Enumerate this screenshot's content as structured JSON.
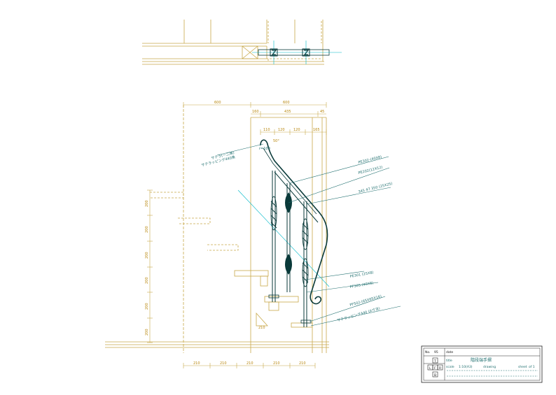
{
  "dimensions": {
    "top_left": "600",
    "top_right": "600",
    "sub_a": "160",
    "sub_b": "435",
    "sub_c": "45",
    "post_1": "110",
    "post_2": "120",
    "post_3": "120",
    "post_4": "165",
    "angle": "50°",
    "r_label": "r=100",
    "triangle": "210",
    "rise_labels": [
      "200",
      "200",
      "200",
      "200",
      "200",
      "200"
    ],
    "bottom_labels": [
      "210",
      "210",
      "210",
      "210",
      "210"
    ]
  },
  "annotations": {
    "top_rail_1": "サテラ(ー二角)",
    "top_rail_2": "サテラッピング440角",
    "callout_1": "PE302-(40X8)",
    "callout_2": "PE202(12X12)",
    "callout_3": "345 47 350 (25X25)",
    "callout_4": "PE301 (25X8)",
    "callout_5": "PF305 (40X8)",
    "callout_6": "PF502-(65X65X16)",
    "callout_7": "サテラッピング440 (A寸法)"
  },
  "title_block": {
    "no_label": "No.",
    "no_value": "95",
    "date_label": "date",
    "title_label": "title",
    "title_value": "階段端手摺",
    "scale_label": "scale",
    "scale_value": "1:10(A3)",
    "drawing_label": "drawing",
    "sheet_label": "sheet",
    "sheet_value": "of 1",
    "views": [
      "T",
      "L",
      "F",
      "R",
      "B"
    ]
  },
  "colors": {
    "dimension": "#b8860b",
    "structure": "#1e6e6e",
    "dark": "#0a3a3a",
    "border": "#222222"
  }
}
